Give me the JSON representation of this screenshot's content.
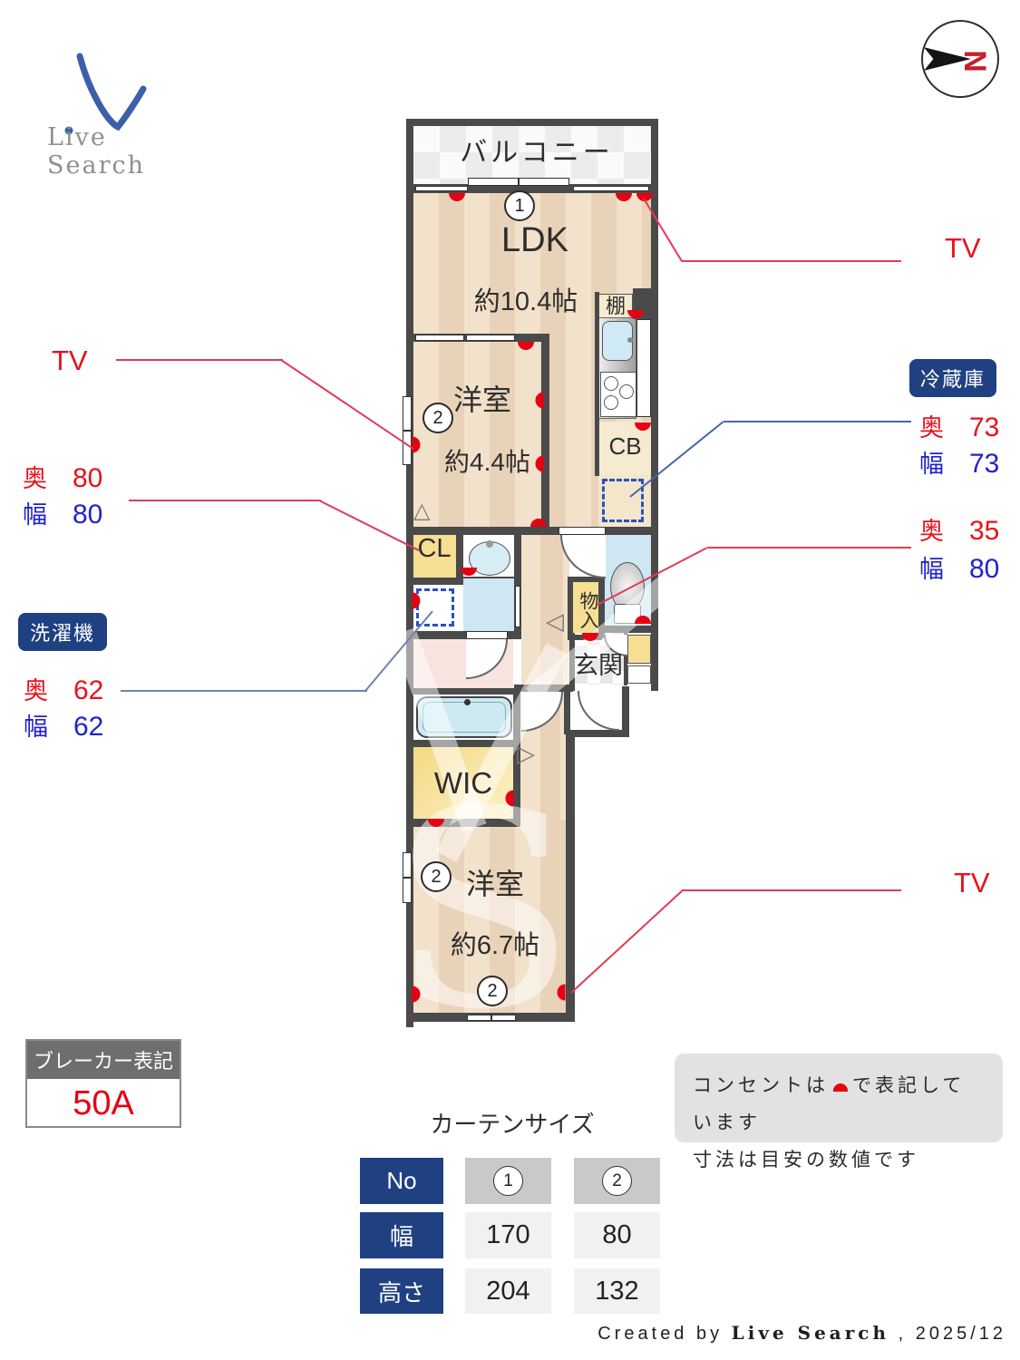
{
  "logo": {
    "brand": "Live Search"
  },
  "compass": {
    "north": "N"
  },
  "plan": {
    "balcony": "バルコニー",
    "ldk": {
      "marker": "1",
      "label": "LDK",
      "size": "約10.4帖"
    },
    "kitchen": {
      "shelf": "棚",
      "cb": "CB"
    },
    "bedroom1": {
      "marker": "2",
      "label": "洋室",
      "size": "約4.4帖"
    },
    "closet": "CL",
    "storage": "物入",
    "entrance": "玄関",
    "wic": "WIC",
    "bedroom2": {
      "marker": "2",
      "label": "洋室",
      "size": "約6.7帖",
      "marker2": "2"
    },
    "markers": {
      "up": "△",
      "left": "◁",
      "right": "▷"
    }
  },
  "annotations": {
    "tv_top": "TV",
    "tv_left": "TV",
    "tv_bottom": "TV",
    "closet": {
      "depth_label": "奥",
      "depth": "80",
      "width_label": "幅",
      "width": "80"
    },
    "washer": {
      "title": "洗濯機",
      "depth_label": "奥",
      "depth": "62",
      "width_label": "幅",
      "width": "62"
    },
    "fridge": {
      "title": "冷蔵庫",
      "depth_label": "奥",
      "depth": "73",
      "width_label": "幅",
      "width": "73"
    },
    "storage": {
      "depth_label": "奥",
      "depth": "35",
      "width_label": "幅",
      "width": "80"
    }
  },
  "breaker": {
    "title": "ブレーカー表記",
    "value": "50A"
  },
  "notes": {
    "line1_pre": "コンセントは",
    "line1_post": "で表記しています",
    "line2": "寸法は目安の数値です"
  },
  "curtain": {
    "title": "カーテンサイズ",
    "no_label": "No",
    "width_label": "幅",
    "height_label": "高さ",
    "col1": {
      "no": "1",
      "width": "170",
      "height": "204"
    },
    "col2": {
      "no": "2",
      "width": "80",
      "height": "132"
    }
  },
  "footer": {
    "pre": "Created by ",
    "brand": "Live Search",
    "post": " , 2025/12"
  },
  "colors": {
    "wall": "#4a4a4a",
    "outlet_red": "#e60012",
    "dim_red": "#e8121c",
    "dim_blue": "#2222cc",
    "navy": "#1f4182",
    "line_red": "#e23b55",
    "line_blue": "#4565ae",
    "floor_light": "#f2e1cb",
    "floor_dark": "#e9d3b8"
  }
}
